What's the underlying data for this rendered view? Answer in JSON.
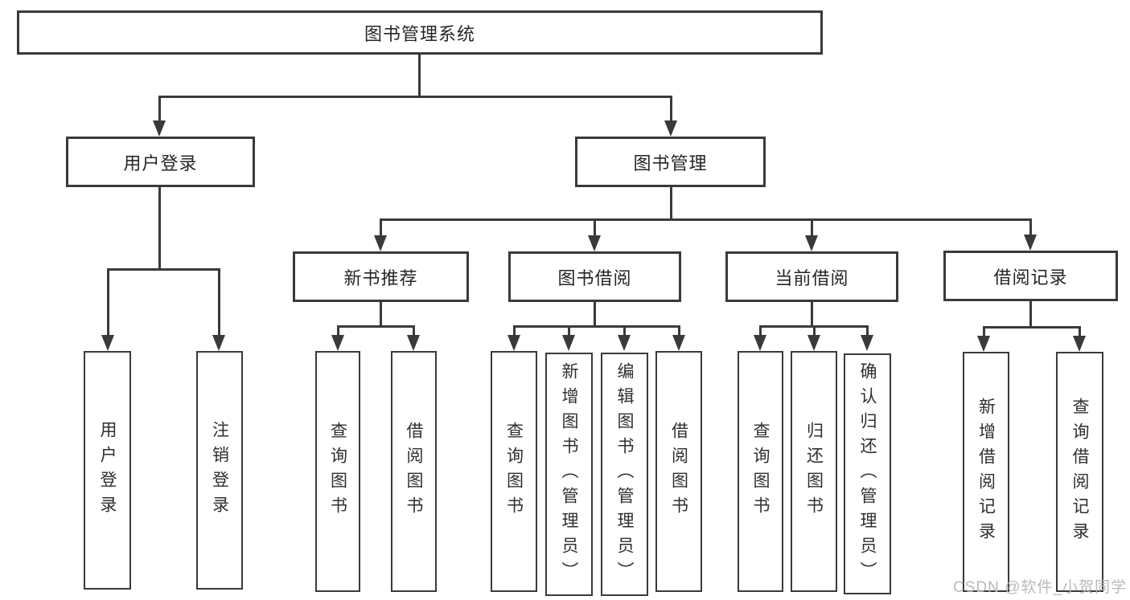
{
  "tree": {
    "root": {
      "label": "图书管理系统"
    },
    "level2": [
      {
        "label": "用户登录",
        "children": [
          {
            "label": "用户登录"
          },
          {
            "label": "注销登录"
          }
        ]
      },
      {
        "label": "图书管理",
        "children": [
          {
            "label": "新书推荐",
            "children": [
              {
                "label": "查询图书"
              },
              {
                "label": "借阅图书"
              }
            ]
          },
          {
            "label": "图书借阅",
            "children": [
              {
                "label": "查询图书"
              },
              {
                "label": "新增图书（管理员）"
              },
              {
                "label": "编辑图书（管理员）"
              },
              {
                "label": "借阅图书"
              }
            ]
          },
          {
            "label": "当前借阅",
            "children": [
              {
                "label": "查询图书"
              },
              {
                "label": "归还图书"
              },
              {
                "label": "确认归还（管理员）"
              }
            ]
          },
          {
            "label": "借阅记录",
            "children": [
              {
                "label": "新增借阅记录"
              },
              {
                "label": "查询借阅记录"
              }
            ]
          }
        ]
      }
    ]
  },
  "watermark": {
    "text": "CSDN @软件_小贺同学"
  },
  "colors": {
    "line": "#3a3a3a",
    "box_border": "#3a3a3a",
    "text": "#262626",
    "background": "#ffffff",
    "watermark": "#b9b9b9"
  }
}
